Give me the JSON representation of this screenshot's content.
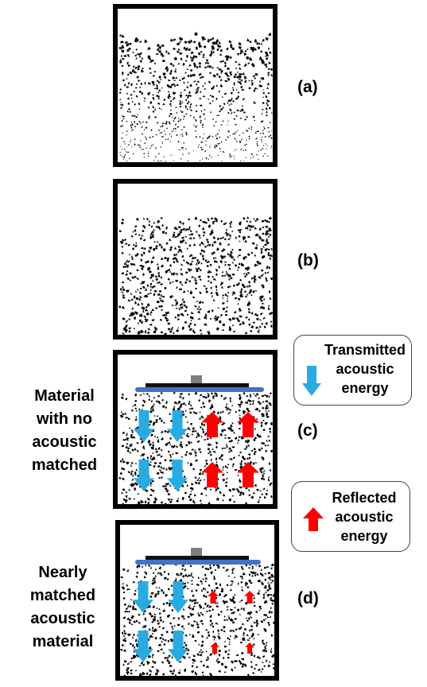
{
  "panels": [
    {
      "id": "a",
      "label": "(a)"
    },
    {
      "id": "b",
      "label": "(b)"
    },
    {
      "id": "c",
      "label": "(c)"
    },
    {
      "id": "d",
      "label": "(d)"
    }
  ],
  "side_labels": {
    "c": [
      "Material",
      "with no",
      "acoustic",
      "matched"
    ],
    "d": [
      "Nearly",
      "matched",
      "acoustic",
      "material"
    ]
  },
  "legend": {
    "transmitted": [
      "Transmitted",
      "acoustic",
      "energy"
    ],
    "reflected": [
      "Reflected",
      "acoustic",
      "energy"
    ]
  },
  "colors": {
    "transmitted_arrow": "#29abe2",
    "reflected_arrow": "#ff0000",
    "transducer_plate": "#4472c4",
    "transducer_bar": "#111111",
    "transducer_knob": "#7f7f7f"
  }
}
